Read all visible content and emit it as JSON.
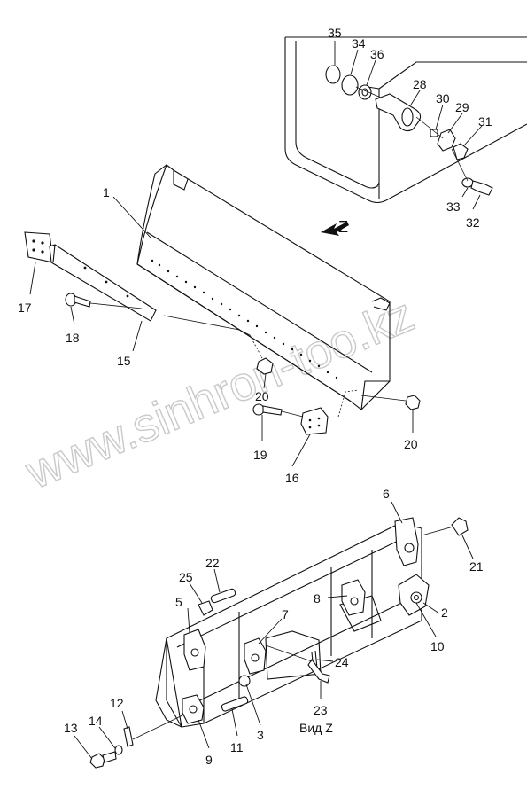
{
  "watermark": "www.sinhron-too.kz",
  "view_label": "Вид Z",
  "direction_label": "Z",
  "callouts": {
    "c1": "1",
    "c2": "2",
    "c3": "3",
    "c5": "5",
    "c6": "6",
    "c7": "7",
    "c8": "8",
    "c9": "9",
    "c10": "10",
    "c11": "11",
    "c12": "12",
    "c13": "13",
    "c14": "14",
    "c15": "15",
    "c16": "16",
    "c17": "17",
    "c18": "18",
    "c19": "19",
    "c20a": "20",
    "c20b": "20",
    "c21": "21",
    "c22": "22",
    "c23": "23",
    "c24": "24",
    "c25": "25",
    "c28": "28",
    "c29": "29",
    "c30": "30",
    "c31": "31",
    "c32": "32",
    "c33": "33",
    "c34": "34",
    "c35": "35",
    "c36": "36"
  }
}
